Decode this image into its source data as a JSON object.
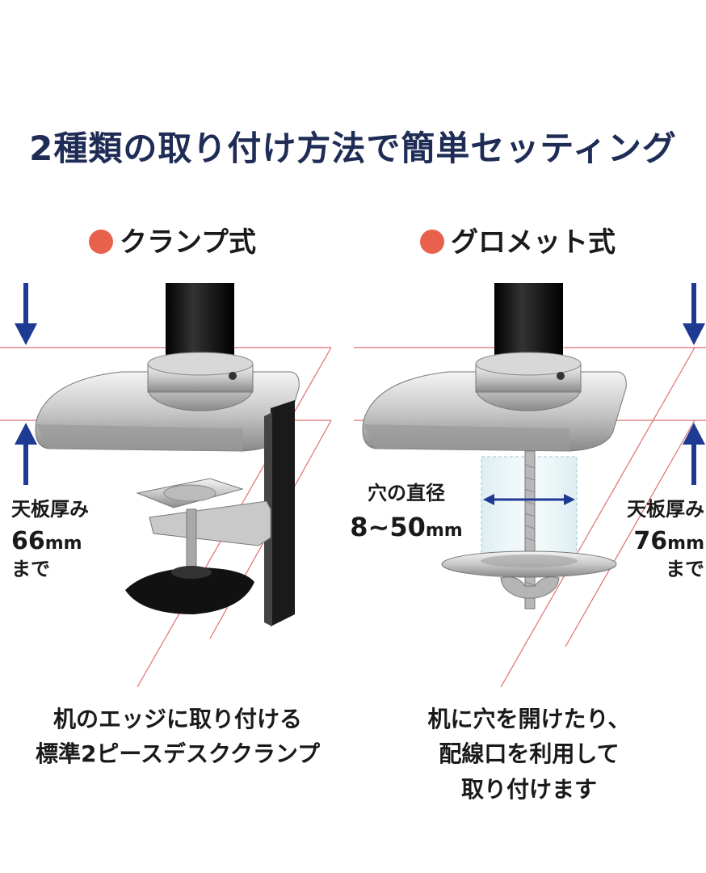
{
  "title": "2種類の取り付け方法で簡単セッティング",
  "clamp": {
    "heading": "クランプ式",
    "thickness_label": "天板厚み",
    "thickness_value": "66",
    "thickness_unit": "mm",
    "thickness_suffix": "まで",
    "caption_line1": "机のエッジに取り付ける",
    "caption_line2": "標準2ピースデスククランプ"
  },
  "grommet": {
    "heading": "グロメット式",
    "hole_label": "穴の直径",
    "hole_value": "8~50",
    "hole_unit": "mm",
    "thickness_label": "天板厚み",
    "thickness_value": "76",
    "thickness_unit": "mm",
    "thickness_suffix": "まで",
    "caption_line1": "机に穴を開けたり、",
    "caption_line2": "配線口を利用して",
    "caption_line3": "取り付けます"
  },
  "colors": {
    "title": "#1f2d56",
    "dot": "#e8614d",
    "arrow": "#1f3a93",
    "guide_line": "#e07070"
  }
}
